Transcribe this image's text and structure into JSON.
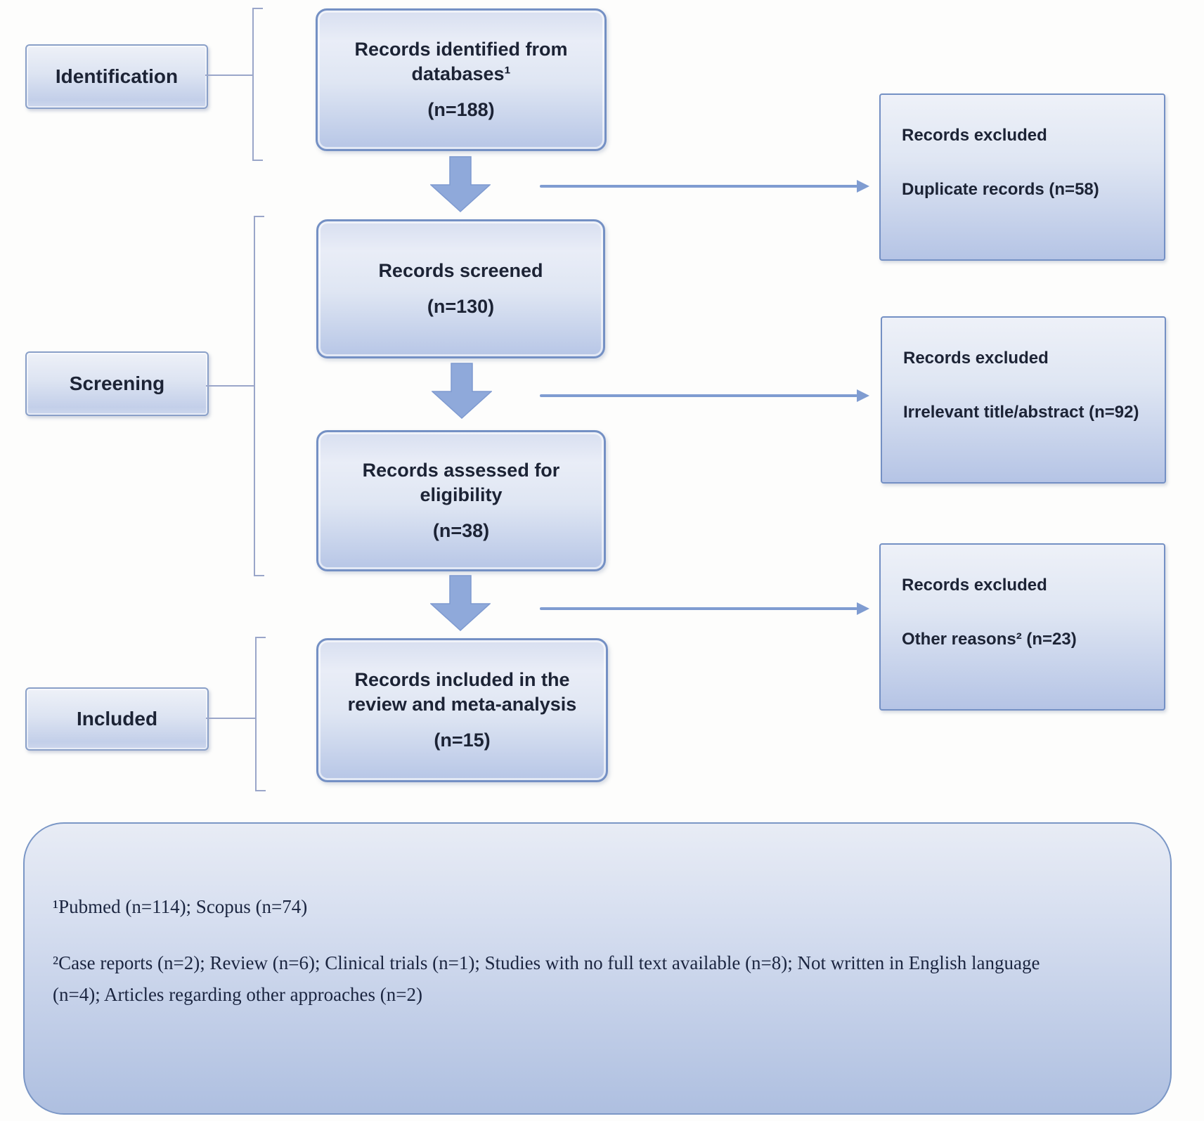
{
  "diagram": {
    "stages": [
      {
        "label": "Identification"
      },
      {
        "label": "Screening"
      },
      {
        "label": "Included"
      }
    ],
    "flow_boxes": [
      {
        "label": "Records identified from databases¹",
        "count": "(n=188)"
      },
      {
        "label": "Records screened",
        "count": "(n=130)"
      },
      {
        "label": "Records assessed for eligibility",
        "count": "(n=38)"
      },
      {
        "label": "Records included in the review and meta-analysis",
        "count": "(n=15)"
      }
    ],
    "excluded_boxes": [
      {
        "title": "Records excluded",
        "reason": "Duplicate records (n=58)"
      },
      {
        "title": "Records excluded",
        "reason": "Irrelevant title/abstract (n=92)"
      },
      {
        "title": "Records excluded",
        "reason": "Other reasons² (n=23)"
      }
    ],
    "footnotes": [
      "¹Pubmed (n=114); Scopus (n=74)",
      "²Case reports (n=2); Review (n=6); Clinical trials (n=1); Studies with no full text available (n=8); Not written in English language (n=4); Articles regarding other approaches (n=2)"
    ],
    "colors": {
      "box_border": "#7490c4",
      "box_fill_bottom": "#b6c5e6",
      "block_arrow": "#8fa9da",
      "thin_arrow": "#7f9cd1",
      "bracket_line": "#9aa6c9"
    }
  }
}
